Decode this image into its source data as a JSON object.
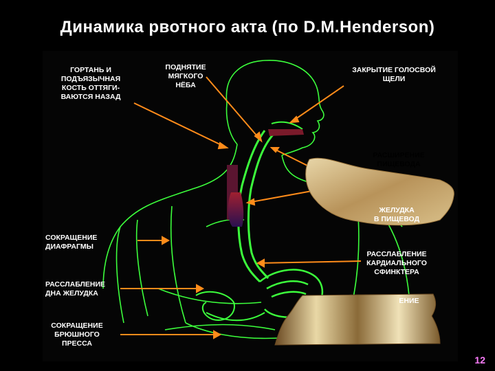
{
  "title": "Динамика рвотного акта (по D.M.Henderson)",
  "labels": {
    "larynx": [
      "ГОРТАНЬ И",
      "ПОДЪЯЗЫЧНАЯ",
      "КОСТЬ ОТТЯГИ-",
      "ВАЮТСЯ НАЗАД"
    ],
    "soft_palate": [
      "ПОДНЯТИЕ",
      "МЯГКОГО",
      "НЁБА"
    ],
    "glottis": [
      "ЗАКРЫТИЕ ГОЛОСВОЙ",
      "ЩЕЛИ"
    ],
    "esophagus": [
      "РАСШИРЕНИЕ",
      "ПИЩЕВОДА"
    ],
    "stomach_to_esophagus": [
      "ЖЕЛУДКА",
      "В ПИЩЕВОД"
    ],
    "diaphragm": [
      "СОКРАЩЕНИЕ",
      "ДИАФРАГМЫ"
    ],
    "cardiac": [
      "РАССЛАБЛЕНИЕ",
      "КАРДИАЛЬНОГО",
      "СФИНКТЕРА"
    ],
    "fundus": [
      "РАССЛАБЛЕНИЕ",
      "ДНА ЖЕЛУДКА"
    ],
    "partial": "ЕНИЕ",
    "abdominal": [
      "СОКРАЩЕНИЕ",
      "БРЮШНОГО",
      "ПРЕССА"
    ]
  },
  "page_number": "12",
  "colors": {
    "background": "#000000",
    "outline": "#3cff3c",
    "organ": "#7a1a2a",
    "arrow": "#ff8c1a",
    "overlay": "#c9a86a",
    "page_number": "#ff7dff"
  }
}
